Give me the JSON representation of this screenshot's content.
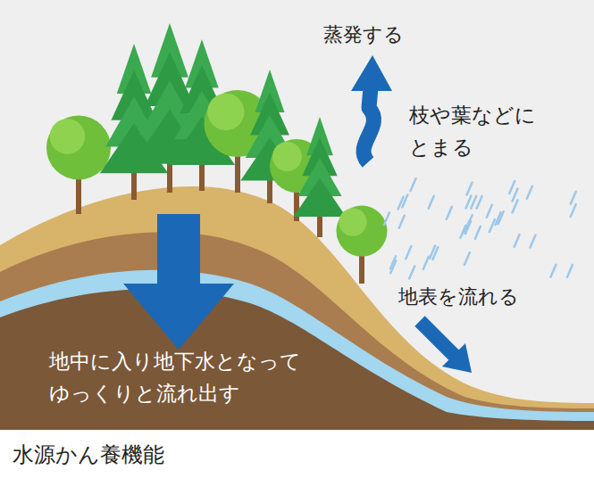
{
  "diagram": {
    "caption": "水源かん養機能",
    "labels": [
      "蒸発する",
      "枝や葉などに とまる",
      "地表を流れる",
      "地中に入り地下水となって ゆっくりと流れ出す"
    ]
  }
}
